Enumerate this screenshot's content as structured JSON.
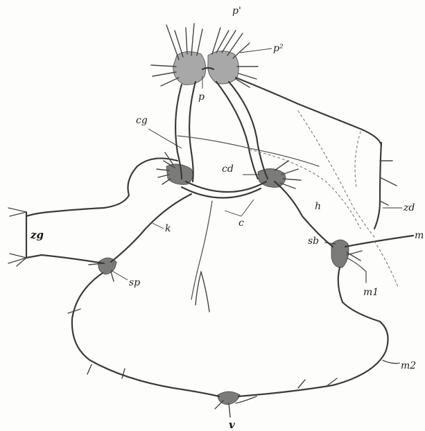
{
  "labels": {
    "p1": "p'",
    "p2": "p²",
    "p": "p",
    "cg": "cg",
    "cd": "cd",
    "h": "h",
    "zd": "zd",
    "m": "m",
    "sb": "sb",
    "m1": "m1",
    "m2": "m2",
    "c": "c",
    "k": "k",
    "zg": "zg",
    "sp": "sp",
    "v": "v"
  }
}
